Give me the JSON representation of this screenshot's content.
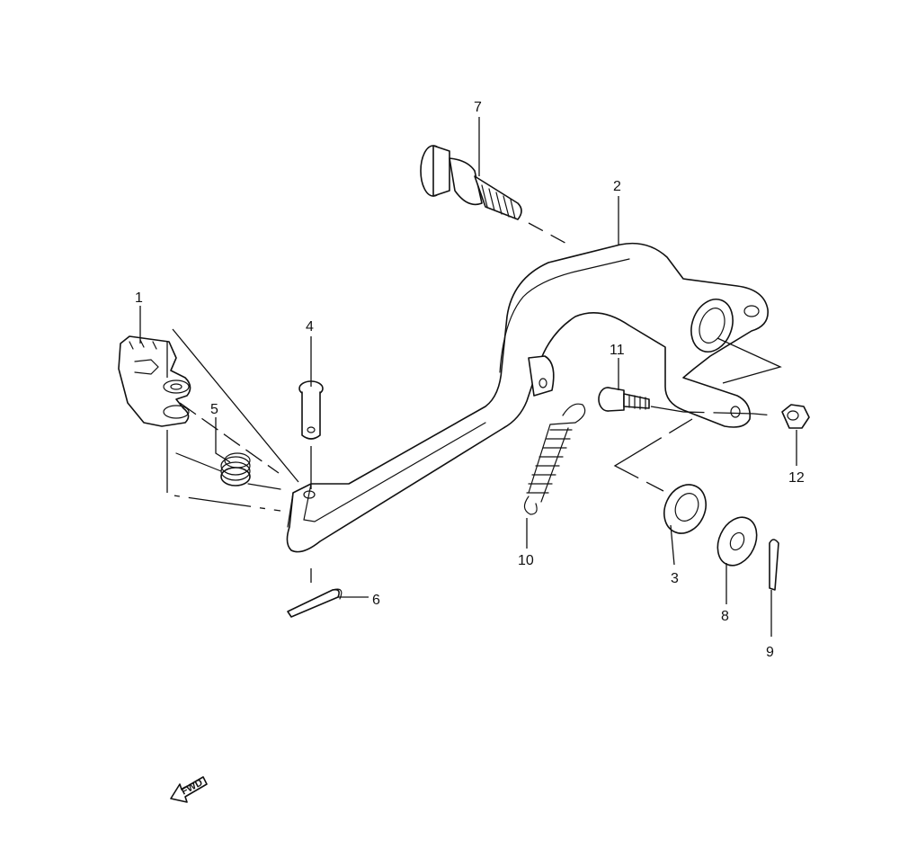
{
  "callouts": {
    "c1": "1",
    "c2": "2",
    "c3": "3",
    "c4": "4",
    "c5": "5",
    "c6": "6",
    "c7": "7",
    "c8": "8",
    "c9": "9",
    "c10": "10",
    "c11": "11",
    "c12": "12"
  },
  "fwd_label": "FWD",
  "colors": {
    "line": "#111111",
    "background": "#ffffff"
  }
}
